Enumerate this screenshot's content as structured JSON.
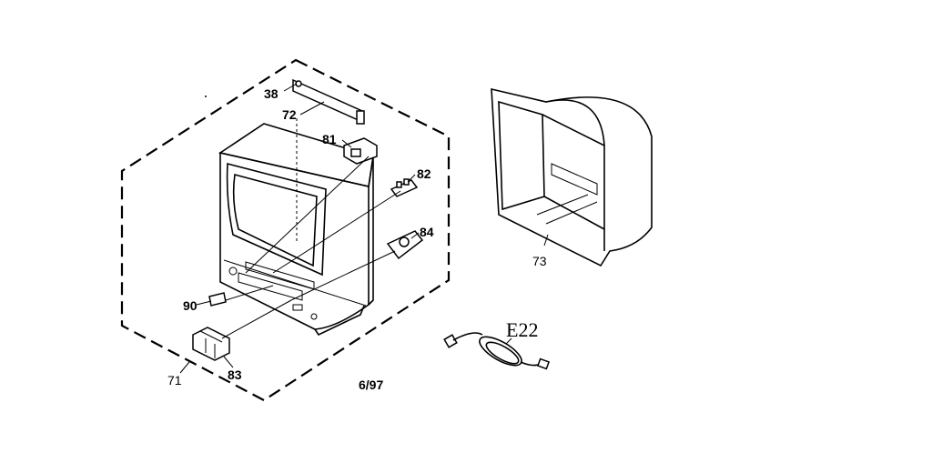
{
  "diagram": {
    "callouts": {
      "p38": "38",
      "p72": "72",
      "p81": "81",
      "p82": "82",
      "p84": "84",
      "p90": "90",
      "p83": "83",
      "p71": "71",
      "p73": "73",
      "e22": "E22",
      "date": "6/97"
    },
    "colors": {
      "ink": "#000000",
      "paper": "#ffffff"
    },
    "icons": [
      "tv-front-cabinet",
      "rear-cabinet",
      "power-cord"
    ]
  }
}
